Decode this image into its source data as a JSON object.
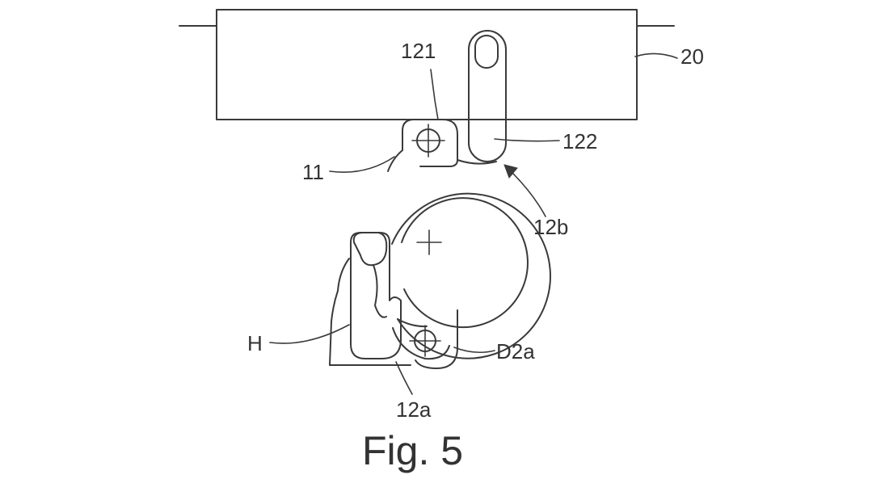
{
  "figure": {
    "caption": "Fig. 5",
    "labels": {
      "l20": "20",
      "l121": "121",
      "l122": "122",
      "l11": "11",
      "l12b": "12b",
      "lH": "H",
      "lD2a": "D2a",
      "l12a": "12a"
    }
  }
}
